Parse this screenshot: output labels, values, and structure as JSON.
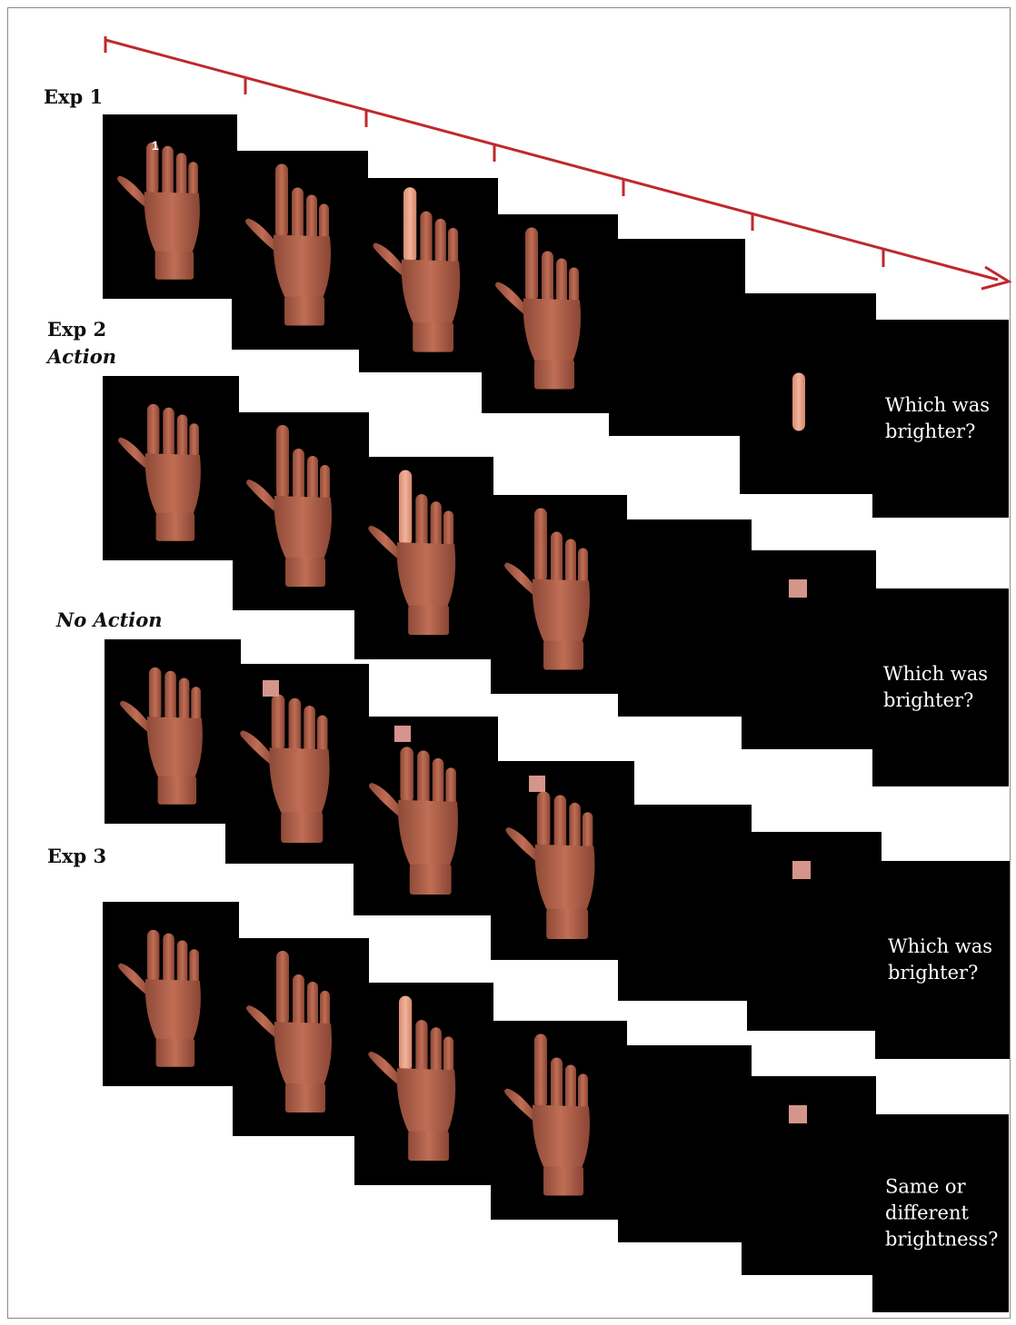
{
  "labels": {
    "exp1": "Exp 1",
    "exp2": "Exp 2",
    "action": "Action",
    "no_action": "No Action",
    "exp3": "Exp 3"
  },
  "finger_number": "1",
  "questions": {
    "which_brighter": "Which was brighter?",
    "same_or_different": "Same or different brightness?"
  },
  "colors": {
    "timeline": "#c0282d",
    "skin": "#b4634c",
    "panel": "#000000",
    "stimulus_square": "#d4958a"
  }
}
